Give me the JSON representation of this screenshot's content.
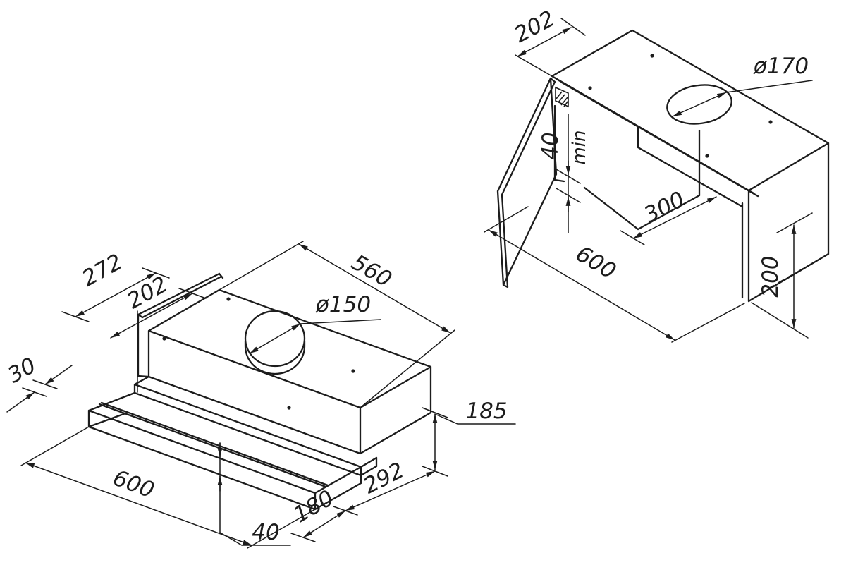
{
  "canvas": {
    "background": "#ffffff",
    "line_color": "#1c1c1c"
  },
  "hood": {
    "name": "telescopic-cooker-hood-isometric-view",
    "dims": {
      "d272": "272",
      "d202": "202",
      "d560": "560",
      "d150": "ø150",
      "d30": "30",
      "d600": "600",
      "d40": "40",
      "d180": "180",
      "d292": "292",
      "d185": "185"
    }
  },
  "cabinet": {
    "name": "wall-cabinet-mounting-isometric-view",
    "dims": {
      "d202": "202",
      "d170": "ø170",
      "d40": "40",
      "dmin": "min",
      "d300": "300",
      "d600": "600",
      "d200": "200"
    }
  }
}
